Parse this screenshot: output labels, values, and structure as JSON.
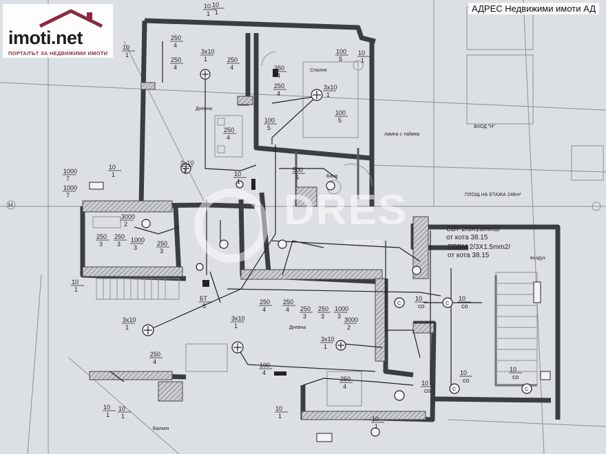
{
  "branding": {
    "brand_name": "imoti.net",
    "tagline": "ПОРТАЛЪТ ЗА НЕДВИЖИМИ ИМОТИ",
    "brand_color": "#8a2a3c",
    "agency_caption": "АДРЕС Недвижими имоти АД",
    "watermark_text": "DRES",
    "watermark_sub": "address.bg"
  },
  "plan": {
    "rooms": {
      "dnevna_upper": "Дневна",
      "dnevna_lower": "Дневна",
      "spalnia": "Спалня",
      "banya": "Баня",
      "balkon": "Балкон",
      "vhod": "ВХОД \"Н\"",
      "plosht": "ПЛОЩ НА ЕТАЖА 246m²",
      "note_lamp": "лампа с таймер",
      "vazduh": "въздух"
    },
    "cables": {
      "line1": "СВТ 2/3Х16mm2/",
      "line2": "от кота 38.15",
      "line3": "ПВВМ 2/3Х1.5mm2/",
      "line4": "от кота 38.15"
    },
    "fixtures": [
      {
        "id": "f1",
        "top": "10",
        "bot": "1"
      },
      {
        "id": "f2",
        "top": "10",
        "bot": "1"
      },
      {
        "id": "f3",
        "top": "250",
        "bot": "4"
      },
      {
        "id": "f4",
        "top": "250",
        "bot": "4"
      },
      {
        "id": "f5",
        "top": "3x10",
        "bot": "1"
      },
      {
        "id": "f6",
        "top": "250",
        "bot": "4"
      },
      {
        "id": "f7",
        "top": "100",
        "bot": "5"
      },
      {
        "id": "f8",
        "top": "250",
        "bot": "4"
      },
      {
        "id": "f9",
        "top": "250",
        "bot": "4"
      },
      {
        "id": "f10",
        "top": "3x10",
        "bot": "1"
      },
      {
        "id": "f11",
        "top": "100",
        "bot": "5"
      },
      {
        "id": "f12",
        "top": "250",
        "bot": "4"
      },
      {
        "id": "f13",
        "top": "100",
        "bot": "5"
      },
      {
        "id": "f14",
        "top": "10",
        "bot": "1"
      },
      {
        "id": "f15",
        "top": "3x10",
        "bot": "1"
      },
      {
        "id": "f16",
        "top": "1000",
        "bot": "7"
      },
      {
        "id": "f17",
        "top": "1000",
        "bot": "7"
      },
      {
        "id": "f18",
        "top": "10",
        "bot": "1"
      },
      {
        "id": "f19",
        "top": "500",
        "bot": "5"
      },
      {
        "id": "f20",
        "top": "3000",
        "bot": "2"
      },
      {
        "id": "f21",
        "top": "250",
        "bot": "3"
      },
      {
        "id": "f22",
        "top": "250",
        "bot": "3"
      },
      {
        "id": "f23",
        "top": "1000",
        "bot": "3"
      },
      {
        "id": "f24",
        "top": "250",
        "bot": "3"
      },
      {
        "id": "f25",
        "top": "10",
        "bot": "1"
      },
      {
        "id": "f26",
        "top": "БТ",
        "bot": "5"
      },
      {
        "id": "f27",
        "top": "3x10",
        "bot": "1"
      },
      {
        "id": "f28",
        "top": "3x10",
        "bot": "1"
      },
      {
        "id": "f29",
        "top": "250",
        "bot": "4"
      },
      {
        "id": "f30",
        "top": "250",
        "bot": "4"
      },
      {
        "id": "f31",
        "top": "250",
        "bot": "3"
      },
      {
        "id": "f32",
        "top": "250",
        "bot": "3"
      },
      {
        "id": "f33",
        "top": "1000",
        "bot": "3"
      },
      {
        "id": "f34",
        "top": "3000",
        "bot": "2"
      },
      {
        "id": "f35",
        "top": "3x10",
        "bot": "1"
      },
      {
        "id": "f36",
        "top": "250",
        "bot": "4"
      },
      {
        "id": "f37",
        "top": "100",
        "bot": "4"
      },
      {
        "id": "f38",
        "top": "250",
        "bot": "4"
      },
      {
        "id": "f39",
        "top": "10",
        "bot": "1"
      },
      {
        "id": "f40",
        "top": "10",
        "bot": "1"
      },
      {
        "id": "f41",
        "top": "10",
        "bot": "1"
      },
      {
        "id": "f42",
        "top": "10",
        "bot": "co"
      },
      {
        "id": "f43",
        "top": "10",
        "bot": "co"
      },
      {
        "id": "f44",
        "top": "10",
        "bot": "co"
      },
      {
        "id": "f45",
        "top": "10",
        "bot": "co"
      },
      {
        "id": "f46",
        "top": "10",
        "bot": "co"
      },
      {
        "id": "f47",
        "top": "10",
        "bot": "1"
      },
      {
        "id": "f48",
        "top": "10",
        "bot": "1"
      },
      {
        "id": "f49",
        "top": "10",
        "bot": "1"
      }
    ]
  }
}
